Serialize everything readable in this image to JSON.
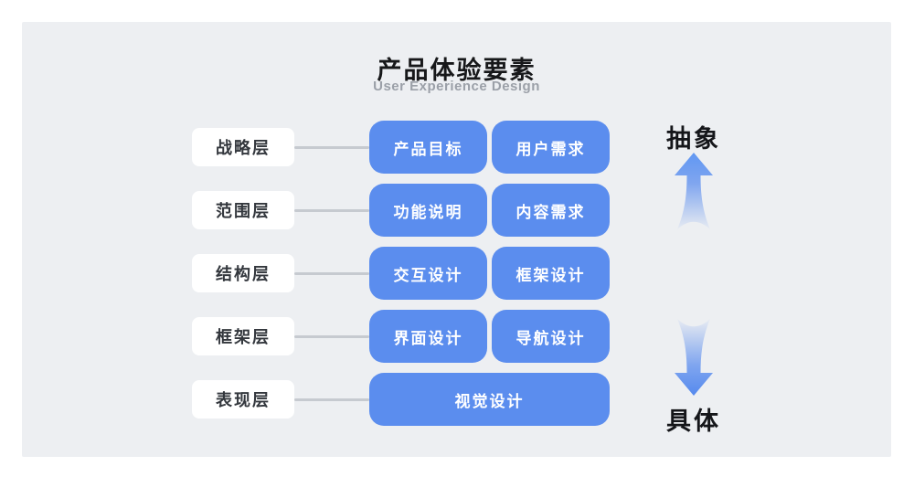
{
  "title": "产品体验要素",
  "subtitle": "User Experience Design",
  "rows": [
    {
      "layer": "战略层",
      "items": [
        "产品目标",
        "用户需求"
      ]
    },
    {
      "layer": "范围层",
      "items": [
        "功能说明",
        "内容需求"
      ]
    },
    {
      "layer": "结构层",
      "items": [
        "交互设计",
        "框架设计"
      ]
    },
    {
      "layer": "框架层",
      "items": [
        "界面设计",
        "导航设计"
      ]
    },
    {
      "layer": "表现层",
      "items": [
        "视觉设计"
      ]
    }
  ],
  "axis": {
    "top_label": "抽象",
    "bottom_label": "具体"
  },
  "colors": {
    "accent_blue": "#5b8dee",
    "panel_bg": "#edeff2",
    "connector_gray": "#c6cad0",
    "title_text": "#17181a",
    "subtitle_text": "#9ba0a8",
    "layer_text": "#33373d"
  },
  "icons": {
    "up_arrow": "gradient arrow pointing up (abstract direction)",
    "down_arrow": "gradient arrow pointing down (concrete direction)"
  }
}
